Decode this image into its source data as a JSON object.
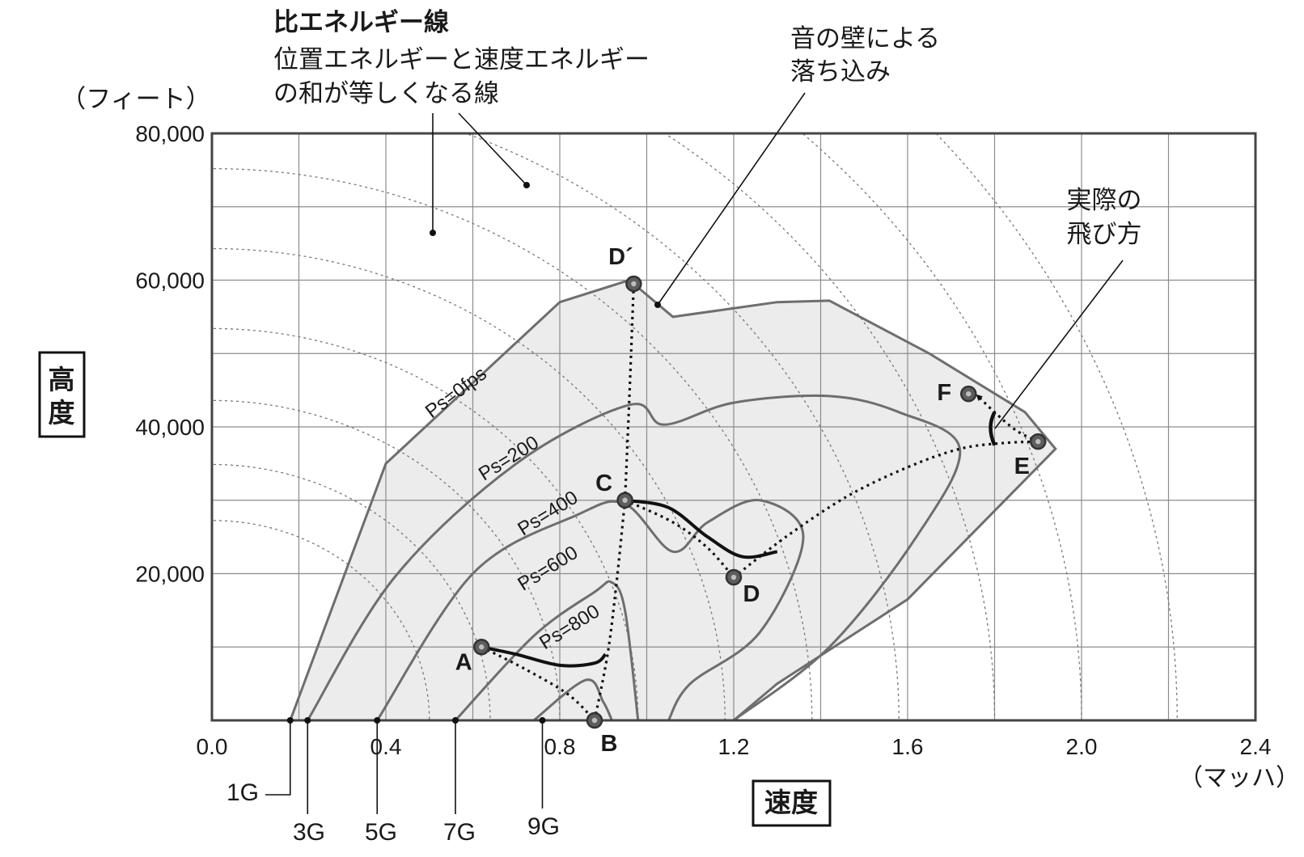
{
  "chart_data": {
    "type": "line",
    "title": "",
    "xlabel": "速度",
    "xunit": "（マッハ）",
    "ylabel": "高度",
    "yunit": "（フィート）",
    "xlim": [
      0,
      2.4
    ],
    "ylim": [
      0,
      80000
    ],
    "grid": true,
    "x_ticks": [
      "0.0",
      "0.4",
      "0.8",
      "1.2",
      "1.6",
      "2.0",
      "2.4"
    ],
    "y_ticks": [
      {
        "value": 20000,
        "label": "20,000"
      },
      {
        "value": 40000,
        "label": "40,000"
      },
      {
        "value": 60000,
        "label": "60,000"
      },
      {
        "value": 80000,
        "label": "80,000"
      }
    ],
    "envelope_color": "#ececec",
    "curve_color": "#6e6e6e",
    "ps_curves": [
      {
        "label": "Ps=0fps",
        "points": [
          [
            0.18,
            0
          ],
          [
            0.4,
            35000
          ],
          [
            0.8,
            57000
          ],
          [
            0.96,
            60000
          ],
          [
            1.06,
            55000
          ],
          [
            1.3,
            57000
          ],
          [
            1.42,
            57200
          ],
          [
            1.65,
            50000
          ],
          [
            1.87,
            42000
          ],
          [
            1.94,
            37000
          ],
          [
            1.6,
            16500
          ],
          [
            1.3,
            5000
          ],
          [
            1.2,
            0
          ]
        ]
      },
      {
        "label": "Ps=200",
        "points": [
          [
            0.22,
            0
          ],
          [
            0.42,
            19500
          ],
          [
            0.7,
            35000
          ],
          [
            0.96,
            43000
          ],
          [
            1.04,
            40300
          ],
          [
            1.2,
            43300
          ],
          [
            1.42,
            44200
          ],
          [
            1.58,
            42000
          ],
          [
            1.72,
            37000
          ],
          [
            1.62,
            25000
          ],
          [
            1.42,
            10000
          ],
          [
            1.2,
            0
          ]
        ]
      },
      {
        "label": "Ps=400",
        "points": [
          [
            0.38,
            0
          ],
          [
            0.6,
            20000
          ],
          [
            0.84,
            28000
          ],
          [
            0.95,
            29500
          ],
          [
            1.06,
            23000
          ],
          [
            1.14,
            27000
          ],
          [
            1.26,
            30000
          ],
          [
            1.36,
            25000
          ],
          [
            1.26,
            12000
          ],
          [
            1.1,
            5000
          ],
          [
            1.05,
            0
          ]
        ]
      },
      {
        "label": "Ps=600",
        "points": [
          [
            0.56,
            0
          ],
          [
            0.74,
            11500
          ],
          [
            0.88,
            17500
          ],
          [
            0.92,
            18800
          ],
          [
            0.95,
            15000
          ],
          [
            0.98,
            0
          ]
        ]
      },
      {
        "label": "Ps=800",
        "points": [
          [
            0.74,
            0
          ],
          [
            0.86,
            5500
          ],
          [
            0.9,
            2500
          ],
          [
            0.92,
            0
          ]
        ]
      }
    ],
    "g_lines": [
      "1G",
      "3G",
      "5G",
      "7G",
      "9G"
    ],
    "g_points_x": [
      0.18,
      0.22,
      0.38,
      0.56,
      0.76
    ],
    "energy_lines": [
      0.5,
      0.64,
      0.8,
      0.98,
      1.18,
      1.38,
      1.58,
      1.8,
      2.0,
      2.22
    ],
    "path_color": "#111111",
    "point_fill": "#5d5d5d",
    "points": [
      {
        "label": "A",
        "x": 0.62,
        "y": 10000
      },
      {
        "label": "B",
        "x": 0.88,
        "y": 0
      },
      {
        "label": "C",
        "x": 0.95,
        "y": 30000
      },
      {
        "label": "D",
        "x": 1.2,
        "y": 19500
      },
      {
        "label": "D´",
        "x": 0.97,
        "y": 59500
      },
      {
        "label": "E",
        "x": 1.9,
        "y": 38000
      },
      {
        "label": "F",
        "x": 1.74,
        "y": 44500
      }
    ],
    "annotations": {
      "energy_title": "比エネルギー線",
      "energy_desc_1": "位置エネルギーと速度エネルギー",
      "energy_desc_2": "の和が等しくなる線",
      "sound_barrier_1": "音の壁による",
      "sound_barrier_2": "落ち込み",
      "actual_flight_1": "実際の",
      "actual_flight_2": "飛び方"
    }
  }
}
